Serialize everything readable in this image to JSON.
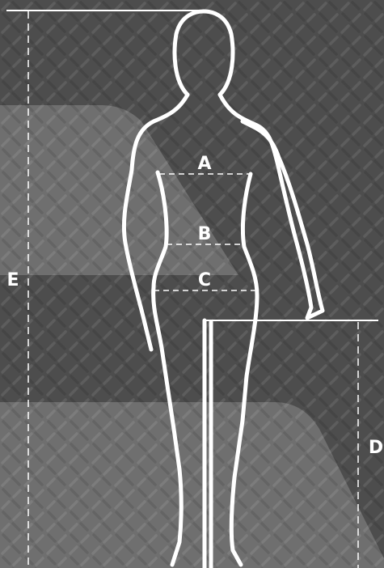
{
  "colors": {
    "background": "#4d4d4d",
    "background_light": "#8a8a8a",
    "line": "#ffffff"
  },
  "labels": {
    "a": "A",
    "b": "B",
    "c": "C",
    "d": "D",
    "e": "E"
  }
}
